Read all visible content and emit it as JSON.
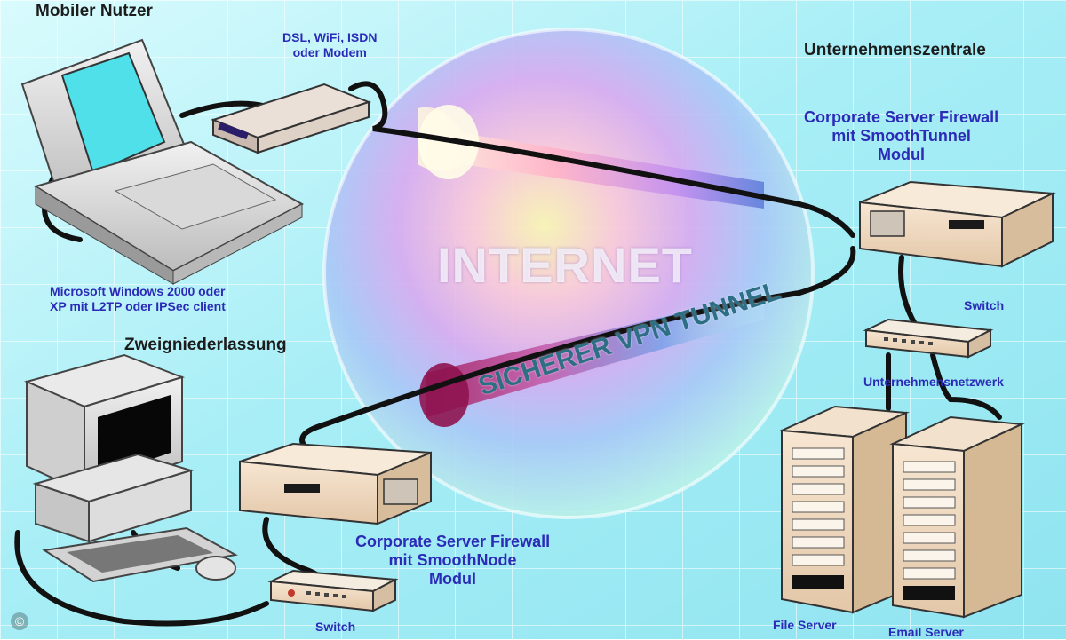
{
  "labels": {
    "mobile_user": "Mobiler Nutzer",
    "connection_types": "DSL, WiFi, ISDN\noder Modem",
    "headquarters": "Unternehmenszentrale",
    "corporate_firewall_tunnel": "Corporate Server Firewall\nmit SmoothTunnel\nModul",
    "internet": "INTERNET",
    "vpn_tunnel": "SICHERER VPN TUNNEL",
    "switch_top": "Switch",
    "company_network": "Unternehmensnetzwerk",
    "windows_client": "Microsoft Windows 2000 oder\nXP mit L2TP oder IPSec client",
    "branch_office": "Zweigniederlassung",
    "corporate_firewall_node": "Corporate Server Firewall\nmit SmoothNode\nModul",
    "switch_bottom": "Switch",
    "file_server": "File Server",
    "email_server": "Email Server",
    "copyright": "©"
  },
  "colors": {
    "background": "#bdf4f8",
    "label_blue": "#2b2bb8",
    "label_dark": "#1c1c1c",
    "device_beige": "#f2dcc4",
    "cable": "#111111"
  }
}
